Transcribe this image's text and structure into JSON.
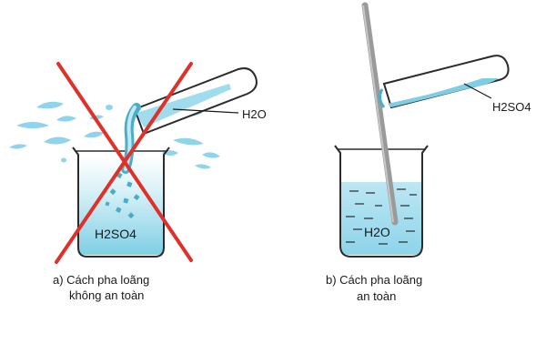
{
  "panel_a": {
    "tube_label": "H2O",
    "beaker_label": "H2SO4",
    "caption_line1": "a) Cách pha loãng",
    "caption_line2": "không an toàn"
  },
  "panel_b": {
    "tube_label": "H2SO4",
    "beaker_label": "H2O",
    "caption_line1": "b) Cách pha loãng",
    "caption_line2": "an toàn"
  },
  "colors": {
    "liquid": "#a8dff0",
    "liquid_dark": "#4aaec6",
    "splash": "#8fd3ec",
    "cross": "#e0302a",
    "rod": "#9a9a9a"
  }
}
